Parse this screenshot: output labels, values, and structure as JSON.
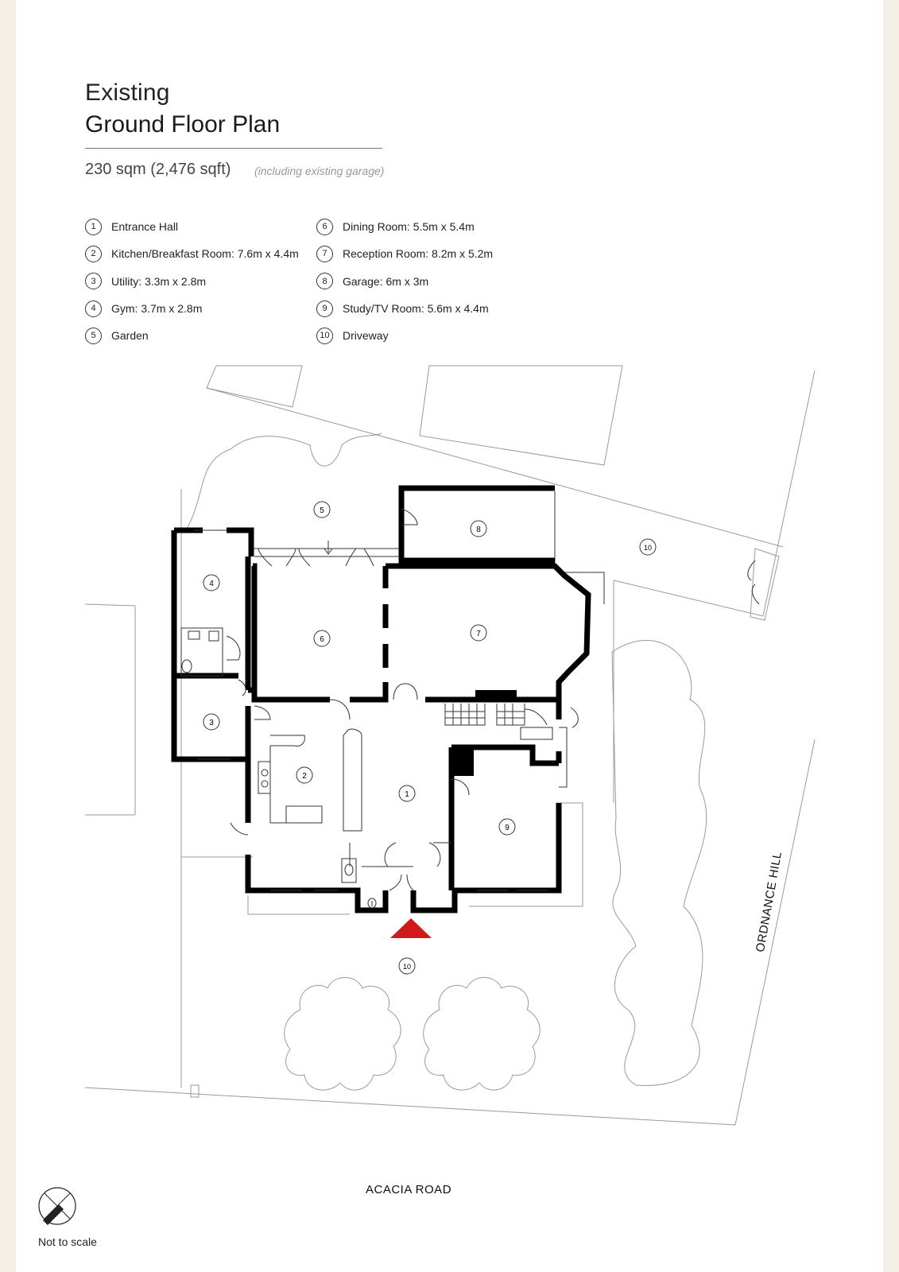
{
  "title": {
    "line1": "Existing",
    "line2": "Ground Floor Plan"
  },
  "area": {
    "size": "230 sqm (2,476 sqft)",
    "note": "(including existing garage)"
  },
  "legend": [
    {
      "num": "1",
      "label": "Entrance Hall"
    },
    {
      "num": "2",
      "label": "Kitchen/Breakfast Room: 7.6m x 4.4m"
    },
    {
      "num": "3",
      "label": "Utility: 3.3m x 2.8m"
    },
    {
      "num": "4",
      "label": "Gym: 3.7m x 2.8m"
    },
    {
      "num": "5",
      "label": "Garden"
    },
    {
      "num": "6",
      "label": "Dining Room: 5.5m x 5.4m"
    },
    {
      "num": "7",
      "label": "Reception Room: 8.2m x 5.2m"
    },
    {
      "num": "8",
      "label": "Garage: 6m x 3m"
    },
    {
      "num": "9",
      "label": "Study/TV Room: 5.6m x 4.4m"
    },
    {
      "num": "10",
      "label": "Driveway"
    }
  ],
  "plan_markers": [
    "1",
    "2",
    "3",
    "4",
    "5",
    "6",
    "7",
    "8",
    "9",
    "10",
    "10"
  ],
  "roads": {
    "south": "ACACIA ROAD",
    "east": "ORDNANCE HILL"
  },
  "scale_note": "Not to scale",
  "colors": {
    "page_border": "#f3efe6",
    "wall": "#000000",
    "entrance_marker": "#d0191a",
    "linework": "#9a9a9a"
  },
  "icons": {
    "compass": "north-arrow-compass-icon",
    "entrance": "entrance-triangle-icon"
  }
}
